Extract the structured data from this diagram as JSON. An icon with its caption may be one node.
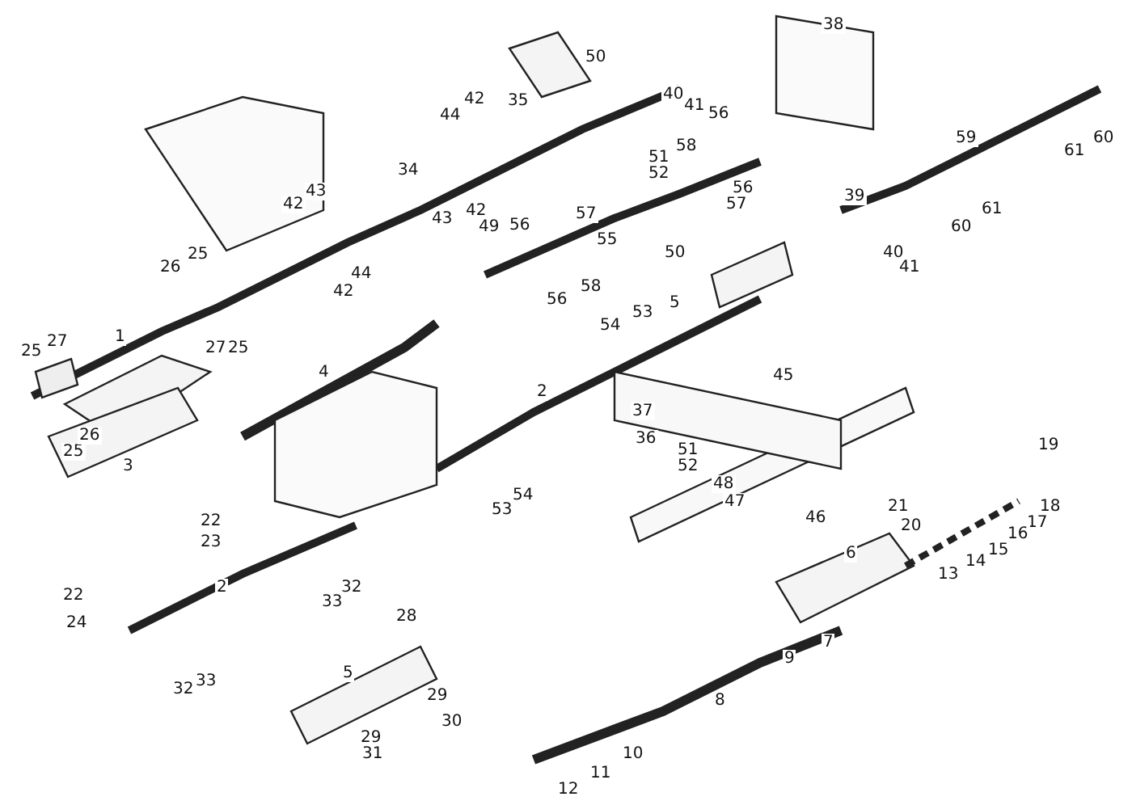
{
  "diagram": {
    "labels": [
      "38",
      "50",
      "35",
      "44",
      "42",
      "40",
      "41",
      "56",
      "58",
      "51",
      "52",
      "60",
      "61",
      "59",
      "56",
      "57",
      "34",
      "42",
      "43",
      "43",
      "42",
      "49",
      "56",
      "57",
      "39",
      "61",
      "60",
      "25",
      "26",
      "44",
      "42",
      "56",
      "55",
      "50",
      "40",
      "41",
      "58",
      "1",
      "27",
      "25",
      "27",
      "25",
      "53",
      "54",
      "5",
      "4",
      "2",
      "45",
      "37",
      "36",
      "51",
      "52",
      "48",
      "47",
      "46",
      "25",
      "26",
      "3",
      "22",
      "23",
      "53",
      "54",
      "22",
      "24",
      "2",
      "32",
      "33",
      "28",
      "19",
      "21",
      "20",
      "6",
      "18",
      "17",
      "16",
      "15",
      "14",
      "13",
      "32",
      "33",
      "5",
      "29",
      "30",
      "29",
      "31",
      "7",
      "9",
      "8",
      "10",
      "11",
      "12"
    ]
  }
}
